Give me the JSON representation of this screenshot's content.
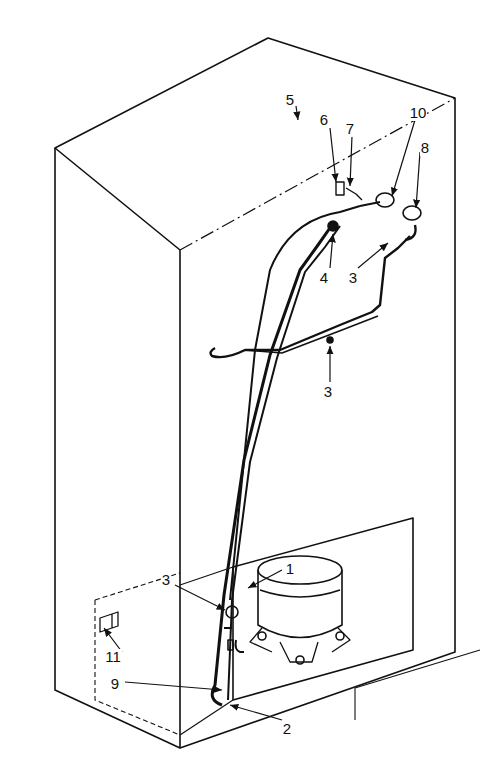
{
  "diagram": {
    "labels": [
      "5",
      "6",
      "7",
      "10",
      "8",
      "4",
      "3",
      "3",
      "1",
      "3",
      "11",
      "9",
      "2"
    ]
  }
}
